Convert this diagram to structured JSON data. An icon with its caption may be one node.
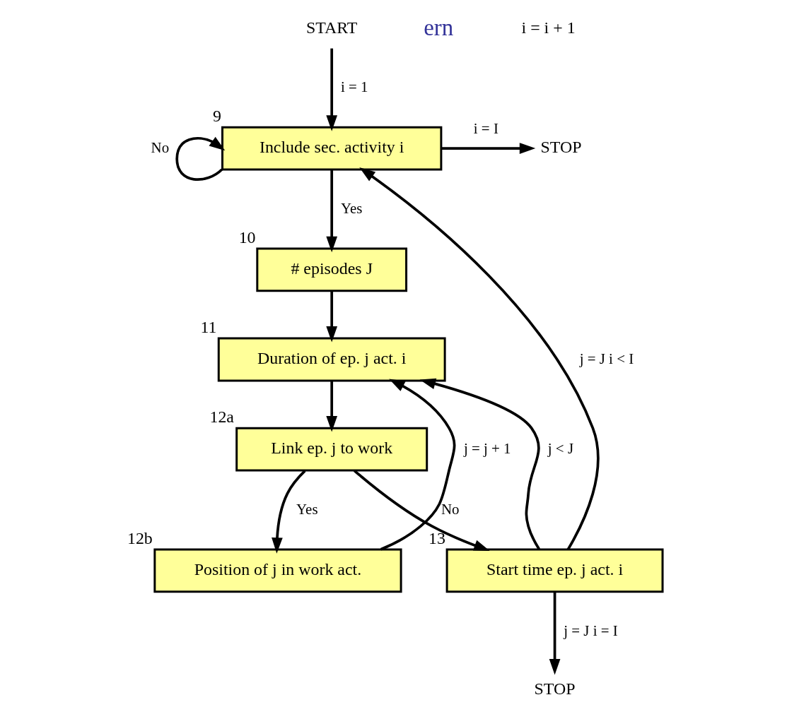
{
  "diagram": {
    "nodes": [
      {
        "text": [
          "START"
        ]
      },
      {
        "text": [
          "Include sec. activity i"
        ],
        "beside": [
          "9"
        ]
      },
      {
        "text": [
          "STOP"
        ]
      },
      {
        "text": [
          "# episodes J"
        ],
        "beside": [
          "10"
        ]
      },
      {
        "text": [
          "Duration of ep. j act. i"
        ],
        "beside": [
          "11"
        ]
      },
      {
        "text": [
          "Link ep. j to work"
        ],
        "beside": [
          "12a"
        ]
      },
      {
        "text": [
          "Position of j in work act."
        ],
        "beside": [
          "12b"
        ]
      },
      {
        "text": [
          "Start time ep. j act. i"
        ],
        "beside": [
          "13"
        ]
      },
      {
        "text": [
          "STOP"
        ]
      }
    ],
    "edges": [
      {
        "from": 0,
        "to": 1,
        "arrow": "to",
        "label": "i = 1"
      },
      {
        "from": 1,
        "to": 2,
        "arrow": "to",
        "label": "i = I"
      },
      {
        "from": 1,
        "to": 3,
        "arrow": "to",
        "label": "Yes"
      },
      {
        "from": 1,
        "to": 1,
        "arrow": "to",
        "label": "No"
      },
      {
        "from": 3,
        "to": 4,
        "arrow": "to"
      },
      {
        "from": 4,
        "to": 5,
        "arrow": "to"
      },
      {
        "from": 5,
        "to": 6,
        "arrow": "to",
        "label": "Yes"
      },
      {
        "from": 5,
        "to": 7,
        "arrow": "to",
        "label": "No"
      },
      {
        "from": 6,
        "to": 4,
        "arrow": "to",
        "label": "j = j + 1"
      },
      {
        "from": 7,
        "to": 4,
        "arrow": "to",
        "label": "j < J"
      },
      {
        "from": 7,
        "to": 1,
        "arrow": "to",
        "label": "j = J i < I"
      },
      {
        "from": 7,
        "to": 8,
        "arrow": "to",
        "label": "j = J i = I"
      }
    ],
    "labels": [
      "ern",
      "i = i + 1"
    ]
  }
}
